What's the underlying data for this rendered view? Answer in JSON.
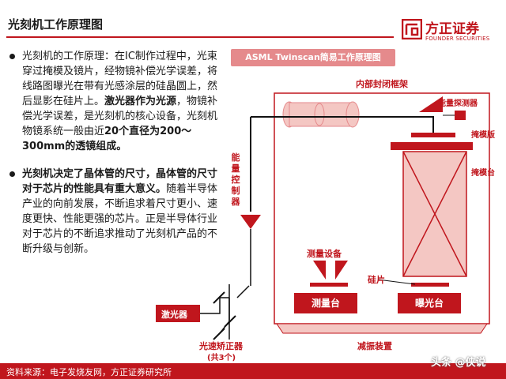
{
  "header": {
    "title": "光刻机工作原理图",
    "logo_cn": "方正证券",
    "logo_en": "FOUNDER SECURITIES"
  },
  "content": {
    "p1_a": "光刻机的工作原理：在IC制作过程中，光束穿过掩模及镜片，经物镜补偿光学误差，将线路图曝光在带有光感涂层的硅晶圆上，然后显影在硅片上。",
    "p1_b": "激光器作为光源",
    "p1_c": "，物镜补偿光学误差，是光刻机的核心设备，光刻机物镜系统一般由近",
    "p1_d": "20个直径为200～300mm的透镜组成。",
    "p2_a": "光刻机决定了晶体管的尺寸，晶体管的尺寸对于芯片的性能具有重大意义。",
    "p2_b": "随着半导体产业的向前发展，不断追求着尺寸更小、速度更快、性能更强的芯片。正是半导体行业对于芯片的不断追求推动了光刻机产品的不断升级与创新。"
  },
  "diagram": {
    "title": "ASML Twinscan简易工作原理图",
    "label_frame": "内部封闭框架",
    "label_energy_detector": "能量探测器",
    "label_mask": "掩模版",
    "label_mask_stage": "掩模台",
    "label_energy_controller": "能量控制器",
    "label_measure_device": "测量设备",
    "label_wafer": "硅片",
    "label_measure_stage": "测量台",
    "label_exposure_stage": "曝光台",
    "label_laser": "激光器",
    "label_beam_corrector": "光速矫正器",
    "label_beam_corrector_count": "(共3个)",
    "label_damping": "减振装置",
    "colors": {
      "red": "#c0161d",
      "pink": "#e58a8c",
      "light_red": "#f4c7c3"
    }
  },
  "footer": {
    "source": "资料来源：电子发烧友网，方正证券研究所",
    "watermark": "头条 @侠说"
  }
}
